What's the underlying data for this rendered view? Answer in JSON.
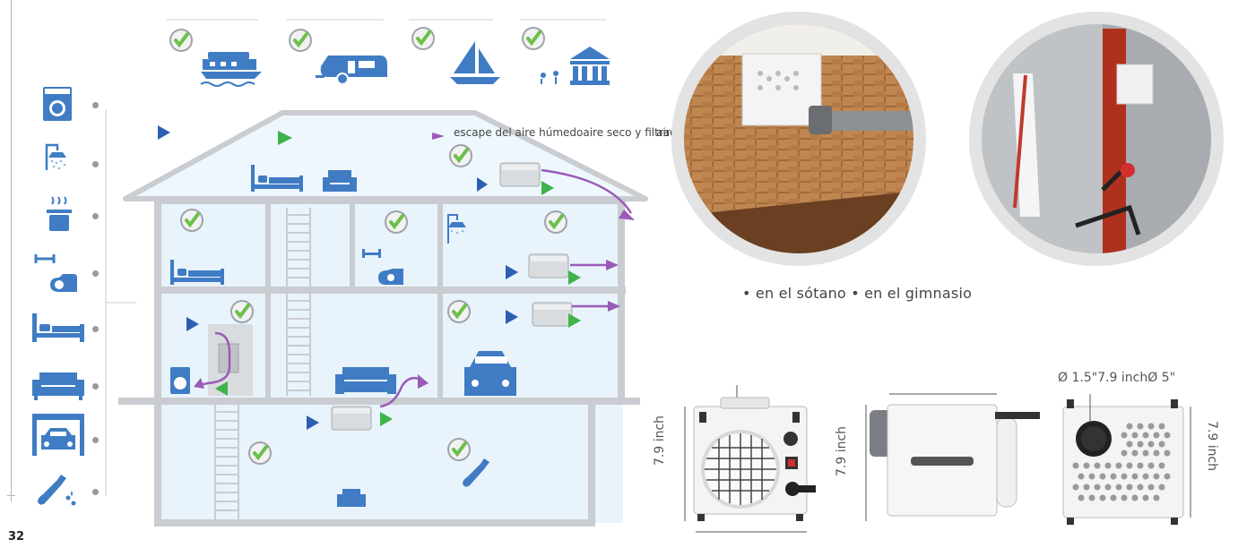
{
  "page_number": "32",
  "airflow_legend": {
    "humid_exhaust": "escape del aire húmedo",
    "dry_filtered": "aire seco y filtrado",
    "humid_air": "aire húmedo"
  },
  "installation_captions": {
    "basement": "• en el sótano",
    "gym": "• en el gimnasio"
  },
  "dimensions": {
    "front_height": "7.9 inch",
    "side_height": "7.9 inch",
    "back_height": "7.9 inch",
    "duct_small": "Ø 1.5\"",
    "back_width": "7.9 inch",
    "duct_large": "Ø 5\""
  },
  "colors": {
    "icon_blue": "#3f7cc4",
    "house_fill": "#e8f3fb",
    "house_wall": "#c9ccd0",
    "arrow_blue": "#2d5fb0",
    "arrow_green": "#3fb34a",
    "arrow_purple": "#9a5bb8",
    "check_green": "#6cc04a"
  },
  "icons": {
    "application_row": [
      "boat-icon",
      "caravan-icon",
      "sailboat-icon",
      "museum-icon"
    ],
    "sidebar": [
      "washing-machine-icon",
      "shower-icon",
      "cooking-pot-icon",
      "gym-icon",
      "bed-icon",
      "sofa-icon",
      "garage-icon",
      "cleaning-icon"
    ]
  }
}
